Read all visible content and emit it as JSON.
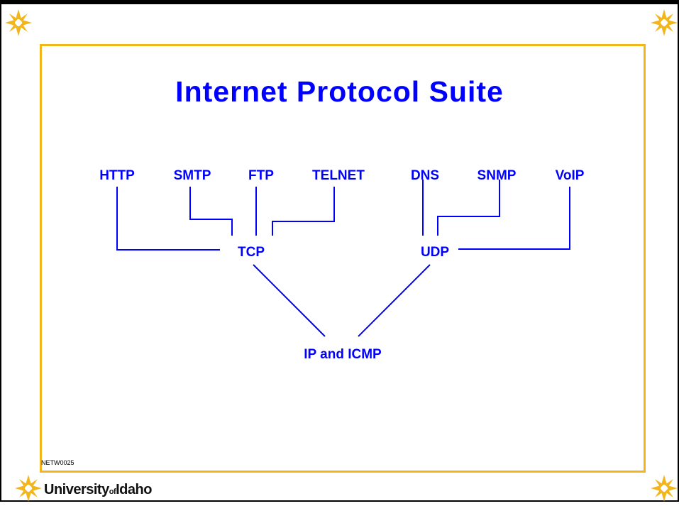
{
  "slide": {
    "title": "Internet Protocol Suite",
    "code": "NETW0025",
    "logo": {
      "university": "University",
      "of": "of",
      "idaho": "Idaho"
    }
  },
  "diagram": {
    "application_protocols": [
      "HTTP",
      "SMTP",
      "FTP",
      "TELNET",
      "DNS",
      "SNMP",
      "VoIP"
    ],
    "transport_protocols": [
      "TCP",
      "UDP"
    ],
    "network_layer": "IP and ICMP"
  },
  "colors": {
    "text": "#0000ff",
    "frame": "#f2b61b",
    "border": "#000000"
  },
  "icons": [
    "sun-logo-icon"
  ]
}
